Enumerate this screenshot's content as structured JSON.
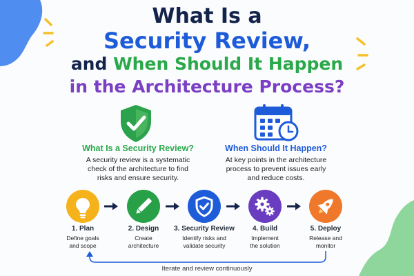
{
  "title": {
    "line1": "What Is a",
    "line2": "Security Review,",
    "line3a": "and",
    "line3b": "When Should It Happen",
    "line4": "in the Architecture Process?"
  },
  "what": {
    "heading": "What Is a Security Review?",
    "text_line1": "A security review is a systematic",
    "text_line2": "check of the architecture to find",
    "text_line3": "risks and ensure security."
  },
  "when": {
    "heading": "When Should It Happen?",
    "text_line1": "At key points in the architecture",
    "text_line2": "process to prevent issues early",
    "text_line3": "and reduce costs."
  },
  "steps": [
    {
      "title": "1. Plan",
      "desc1": "Define goals",
      "desc2": "and scope",
      "icon": "lightbulb-icon",
      "color": "#f5b21b"
    },
    {
      "title": "2. Design",
      "desc1": "Create",
      "desc2": "architecture",
      "icon": "pencil-icon",
      "color": "#27a048"
    },
    {
      "title": "3. Security Review",
      "desc1": "Identify risks and",
      "desc2": "validate security",
      "icon": "shield-check-icon",
      "color": "#1d5bd8"
    },
    {
      "title": "4. Build",
      "desc1": "Implement",
      "desc2": "the solution",
      "icon": "gears-icon",
      "color": "#6a3cc0"
    },
    {
      "title": "5. Deploy",
      "desc1": "Release and",
      "desc2": "monitor",
      "icon": "rocket-icon",
      "color": "#f0782a"
    }
  ],
  "loop_label": "Iterate and review continuously",
  "colors": {
    "navy": "#14234b",
    "blue": "#1d5bd8",
    "green": "#2aa84a",
    "purple": "#7b3fc4",
    "yellow": "#f5c02a"
  }
}
